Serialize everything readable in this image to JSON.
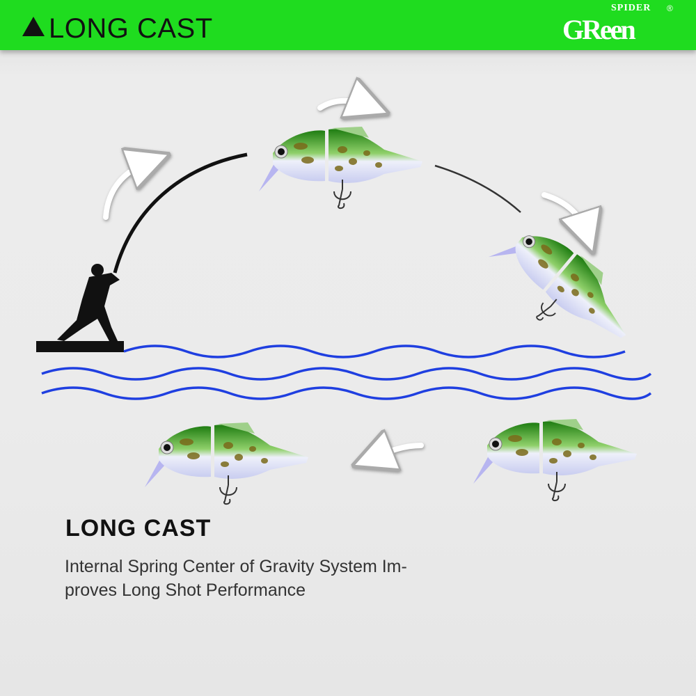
{
  "header": {
    "title": "LONG CAST",
    "logo": {
      "main": "GReen",
      "sub": "SPIDER",
      "reg": "®"
    }
  },
  "colors": {
    "header_green": "#1fdc1f",
    "wave_blue": "#1f3fe0",
    "lure_green": "#2f9a1a"
  },
  "icons": [
    "triangle-icon",
    "curved-arrow-icon",
    "fisherman-silhouette",
    "fishing-lure"
  ],
  "content": {
    "title": "LONG CAST",
    "description_line1": "Internal Spring Center of Gravity System Im-",
    "description_line2": "proves Long Shot Performance"
  }
}
